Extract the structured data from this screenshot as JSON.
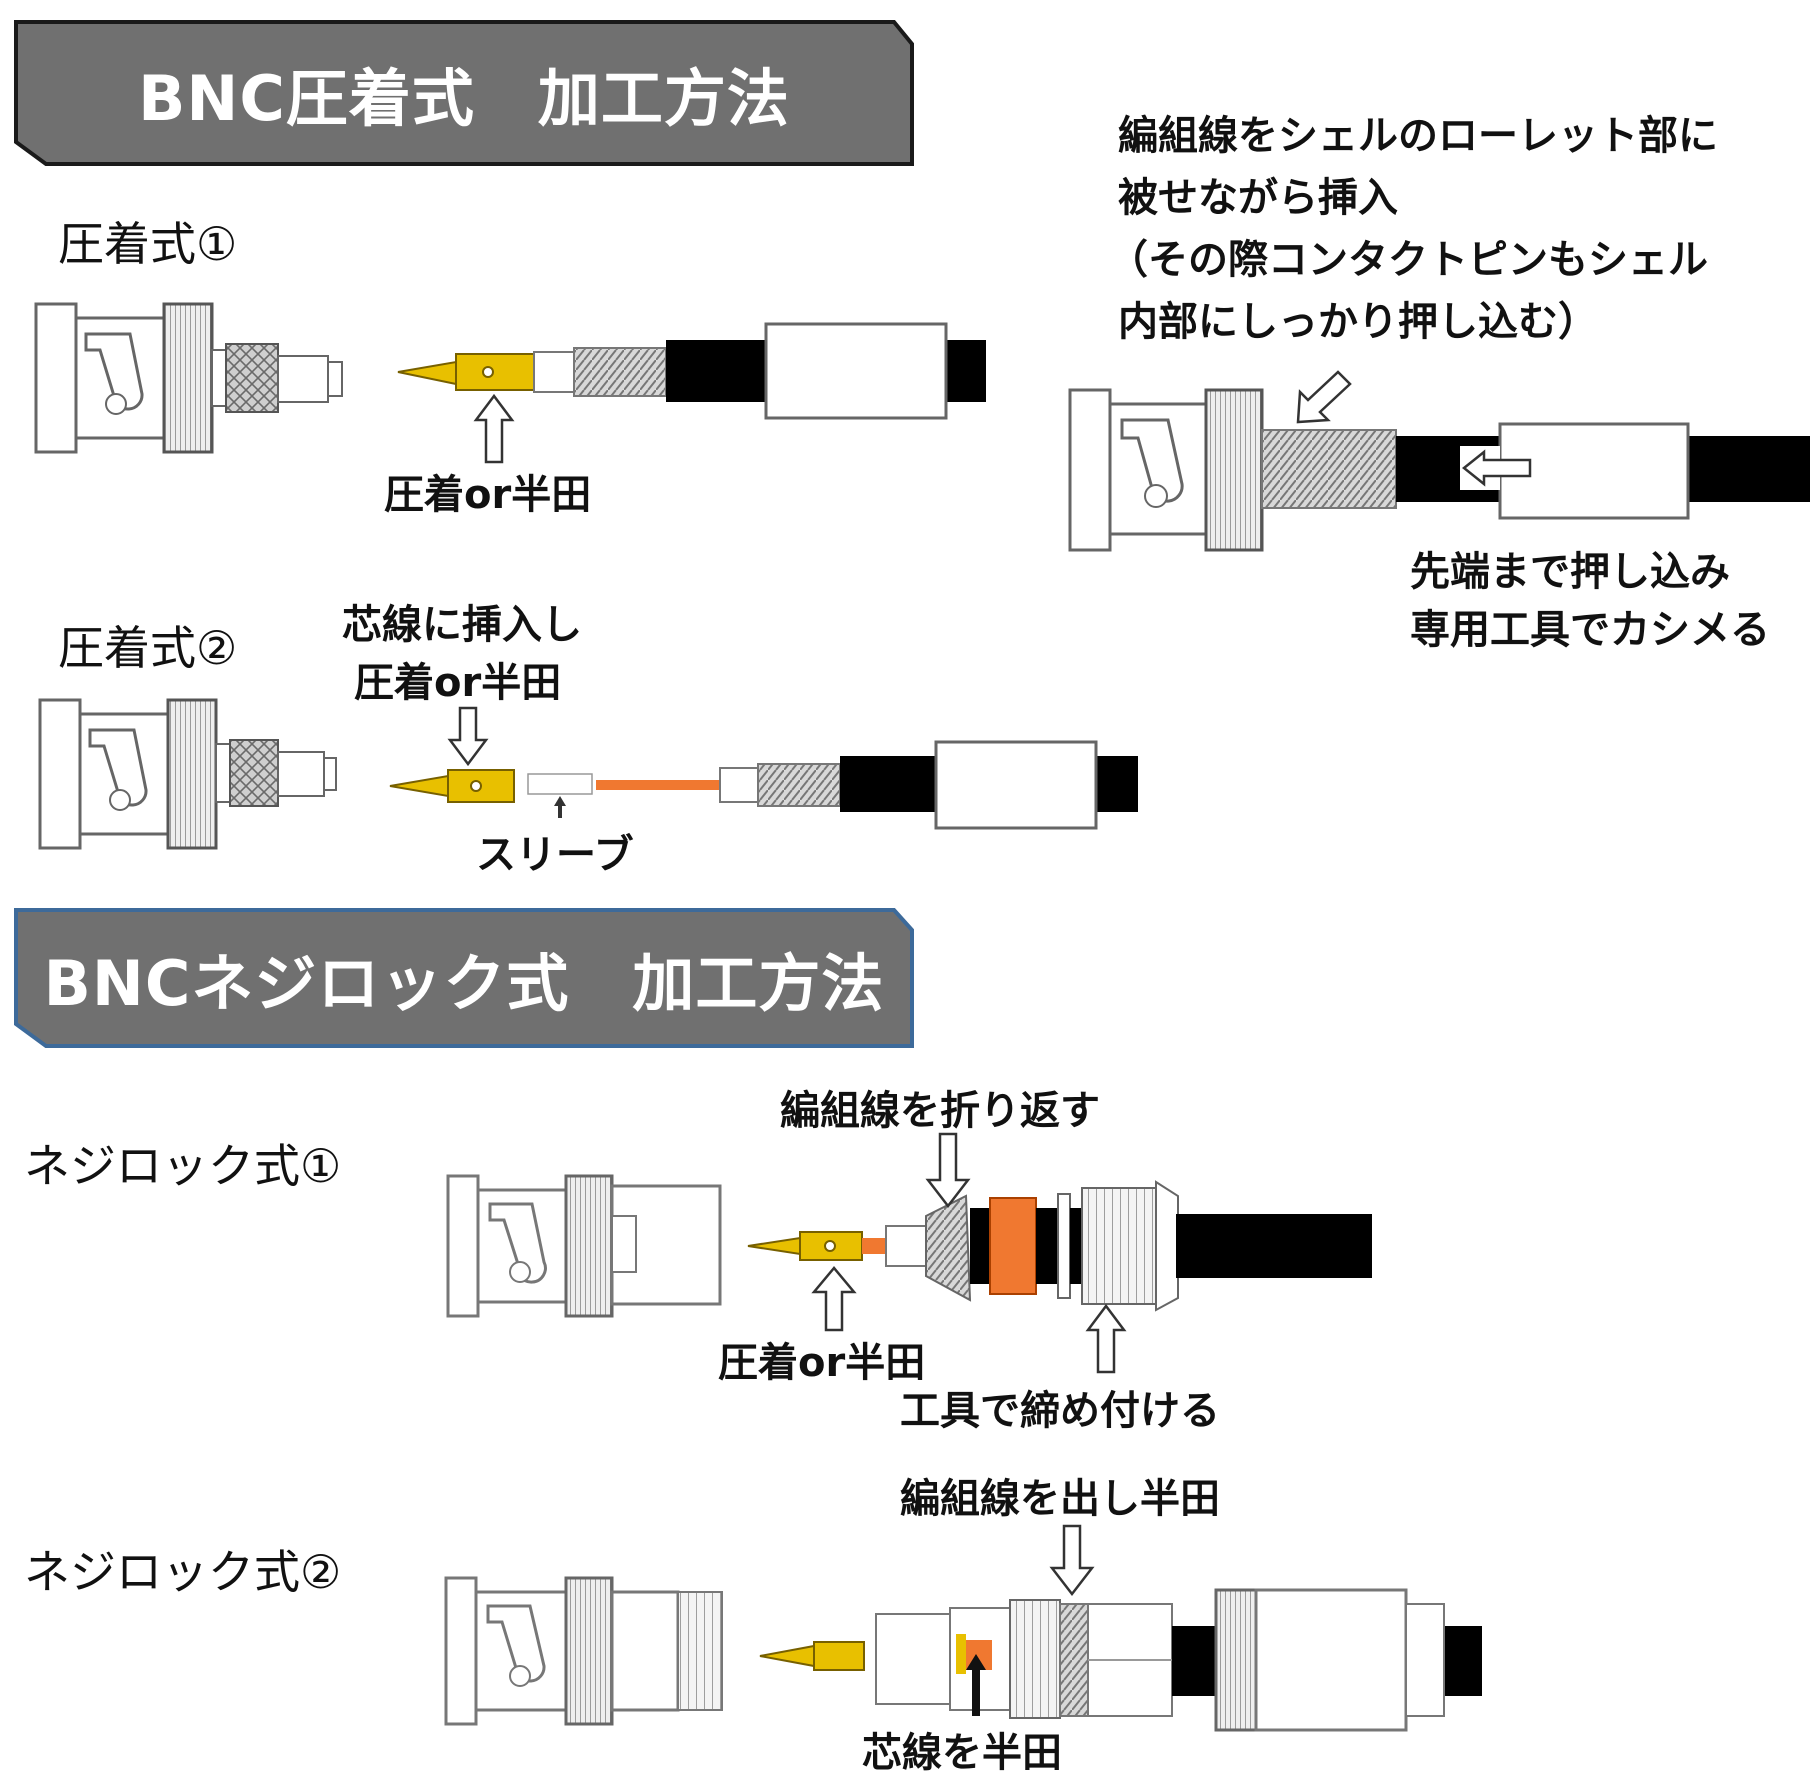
{
  "crimp": {
    "title": "BNC圧着式　加工方法",
    "method1_title": "圧着式①",
    "method1_callout": "圧着or半田",
    "method2_title": "圧着式②",
    "method2_callout_line1": "芯線に挿入し",
    "method2_callout_line2": "圧着or半田",
    "method2_sleeve_label": "スリーブ",
    "assembly_note_line1": "編組線をシェルのローレット部に",
    "assembly_note_line2": "被せながら挿入",
    "assembly_note_line3": "（その際コンタクトピンもシェル",
    "assembly_note_line4": "内部にしっかり押し込む）",
    "push_note_line1": "先端まで押し込み",
    "push_note_line2": "専用工具でカシメる"
  },
  "screwlock": {
    "title": "BNCネジロック式　加工方法",
    "method1_title": "ネジロック式①",
    "method1_top_callout": "編組線を折り返す",
    "method1_pin_callout": "圧着or半田",
    "method1_tool_callout": "工具で締め付ける",
    "method2_title": "ネジロック式②",
    "method2_top_callout": "編組線を出し半田",
    "method2_core_callout": "芯線を半田"
  },
  "colors": {
    "banner_fill": "#707070",
    "banner_border_top": "#1a1a1a",
    "banner_border_bottom": "#3d6a9a",
    "pin_gold": "#e8c000",
    "core_orange": "#f07830",
    "cable_black": "#000000"
  }
}
